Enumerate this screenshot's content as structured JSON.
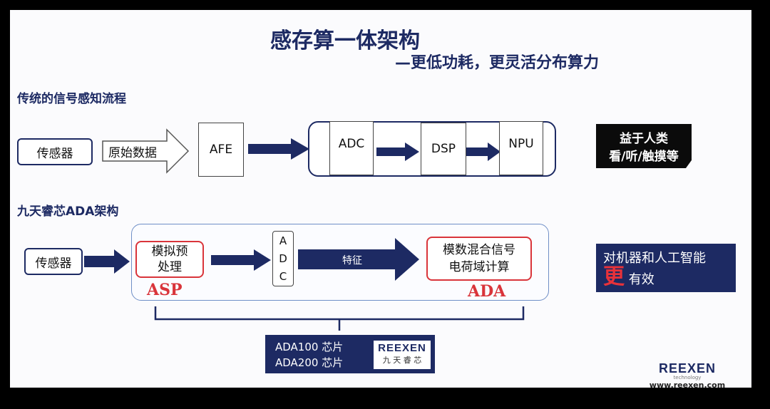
{
  "title": "感存算一体架构",
  "subtitle": "—更低功耗，更灵活分布算力",
  "traditional": {
    "heading": "传统的信号感知流程",
    "sensor": "传感器",
    "raw_data": "原始数据",
    "afe": "AFE",
    "adc": "ADC",
    "dsp": "DSP",
    "npu": "NPU",
    "benefit_line1": "益于人类",
    "benefit_line2": "看/听/触摸等"
  },
  "ada_arch": {
    "heading": "九天睿芯ADA架构",
    "sensor": "传感器",
    "preprocess_line1": "模拟预",
    "preprocess_line2": "处理",
    "asp_label": "ASP",
    "adc_vertical": [
      "A",
      "D",
      "C"
    ],
    "feature_label": "特征",
    "mixed_line1": "模数混合信号",
    "mixed_line2": "电荷域计算",
    "ada_label": "ADA",
    "benefit_line1": "对机器和人工智能",
    "benefit_big": "更",
    "benefit_rest": "有效",
    "chips": [
      "ADA100 芯片",
      "ADA200 芯片"
    ],
    "chip_logo_text": "REEXEN",
    "chip_logo_chars": "九 天 睿 芯"
  },
  "footer": {
    "logo": "REEXEN",
    "logo_sub": "technology",
    "url": "www.reexen.com"
  },
  "colors": {
    "navy": "#1d2a63",
    "red": "#d9343a",
    "dark": "#0b0b0b"
  }
}
